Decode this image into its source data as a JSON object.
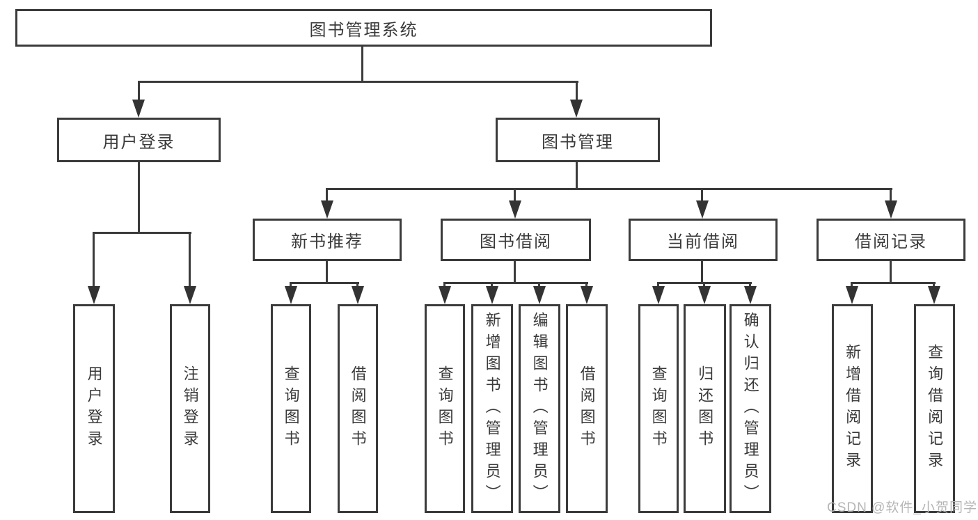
{
  "root": {
    "label": "图书管理系统"
  },
  "branches": [
    {
      "label": "用户登录",
      "children": [
        {
          "label": "用户登录"
        },
        {
          "label": "注销登录"
        }
      ]
    },
    {
      "label": "图书管理",
      "children": [
        {
          "label": "新书推荐",
          "children": [
            {
              "label": "查询图书"
            },
            {
              "label": "借阅图书"
            }
          ]
        },
        {
          "label": "图书借阅",
          "children": [
            {
              "label": "查询图书"
            },
            {
              "label": "新增图书（管理员）"
            },
            {
              "label": "编辑图书（管理员）"
            },
            {
              "label": "借阅图书"
            }
          ]
        },
        {
          "label": "当前借阅",
          "children": [
            {
              "label": "查询图书"
            },
            {
              "label": "归还图书"
            },
            {
              "label": "确认归还（管理员）"
            }
          ]
        },
        {
          "label": "借阅记录",
          "children": [
            {
              "label": "新增借阅记录"
            },
            {
              "label": "查询借阅记录"
            }
          ]
        }
      ]
    }
  ],
  "watermark": "CSDN @软件_小贺同学",
  "colors": {
    "line": "#3b3b3b",
    "text": "#3a3a3a",
    "watermark": "#b5b5b5"
  }
}
